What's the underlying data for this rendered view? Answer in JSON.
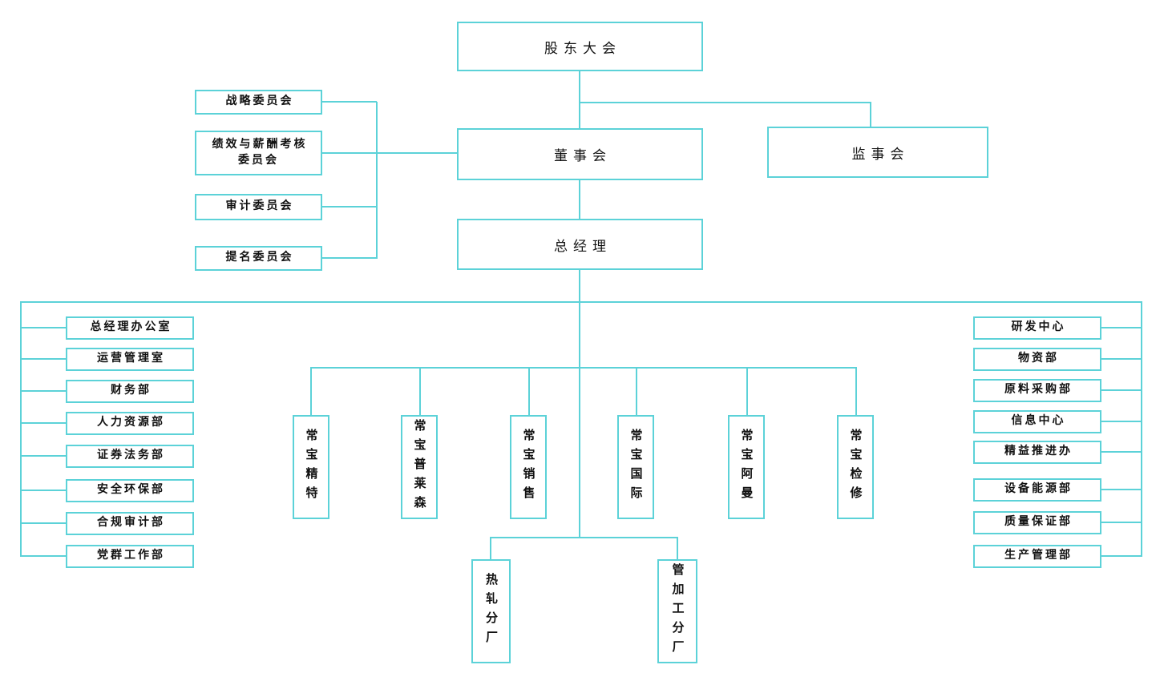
{
  "colors": {
    "line": "#5cd2d8",
    "text": "#111111",
    "background": "#ffffff"
  },
  "chart": {
    "type": "org-chart",
    "top_nodes": {
      "shareholders_meeting": {
        "label": "股东大会"
      },
      "board_of_directors": {
        "label": "董事会"
      },
      "supervisory_board": {
        "label": "监事会"
      },
      "general_manager": {
        "label": "总经理"
      }
    },
    "committees": [
      {
        "label": "战略委员会"
      },
      {
        "label": "绩效与薪酬考核\n委员会"
      },
      {
        "label": "审计委员会"
      },
      {
        "label": "提名委员会"
      }
    ],
    "departments_left": [
      {
        "label": "总经理办公室"
      },
      {
        "label": "运营管理室"
      },
      {
        "label": "财务部"
      },
      {
        "label": "人力资源部"
      },
      {
        "label": "证券法务部"
      },
      {
        "label": "安全环保部"
      },
      {
        "label": "合规审计部"
      },
      {
        "label": "党群工作部"
      }
    ],
    "departments_right": [
      {
        "label": "研发中心"
      },
      {
        "label": "物资部"
      },
      {
        "label": "原料采购部"
      },
      {
        "label": "信息中心"
      },
      {
        "label": "精益推进办"
      },
      {
        "label": "设备能源部"
      },
      {
        "label": "质量保证部"
      },
      {
        "label": "生产管理部"
      }
    ],
    "subsidiaries": [
      {
        "label": "常宝精特"
      },
      {
        "label": "常宝普莱森"
      },
      {
        "label": "常宝销售"
      },
      {
        "label": "常宝国际"
      },
      {
        "label": "常宝阿曼"
      },
      {
        "label": "常宝检修"
      }
    ],
    "factories": [
      {
        "label": "热轧分厂"
      },
      {
        "label": "管加工分厂"
      }
    ]
  }
}
